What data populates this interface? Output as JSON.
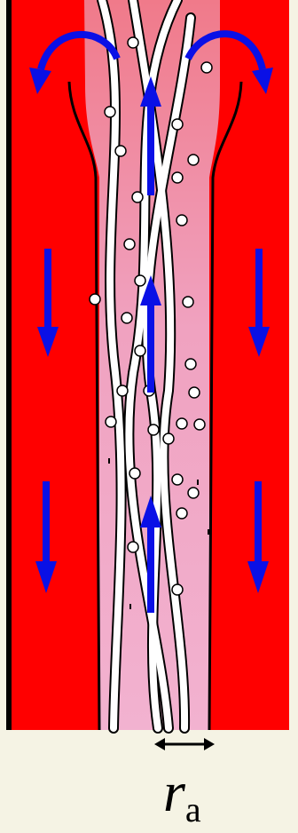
{
  "colors": {
    "wall": "#ff0000",
    "arrow": "#0a10e6",
    "core_top": "#f07a8a",
    "core_bottom": "#f2b2d0",
    "strand": "#ffffff",
    "outline": "#000000",
    "background": "#f5f3e4"
  },
  "label": {
    "symbol": "r",
    "subscript": "a"
  },
  "icons": {
    "radius_marker": "double-headed-arrow",
    "flow_up": "up-arrow",
    "flow_down": "down-arrow",
    "flow_turn": "curved-arrow"
  }
}
